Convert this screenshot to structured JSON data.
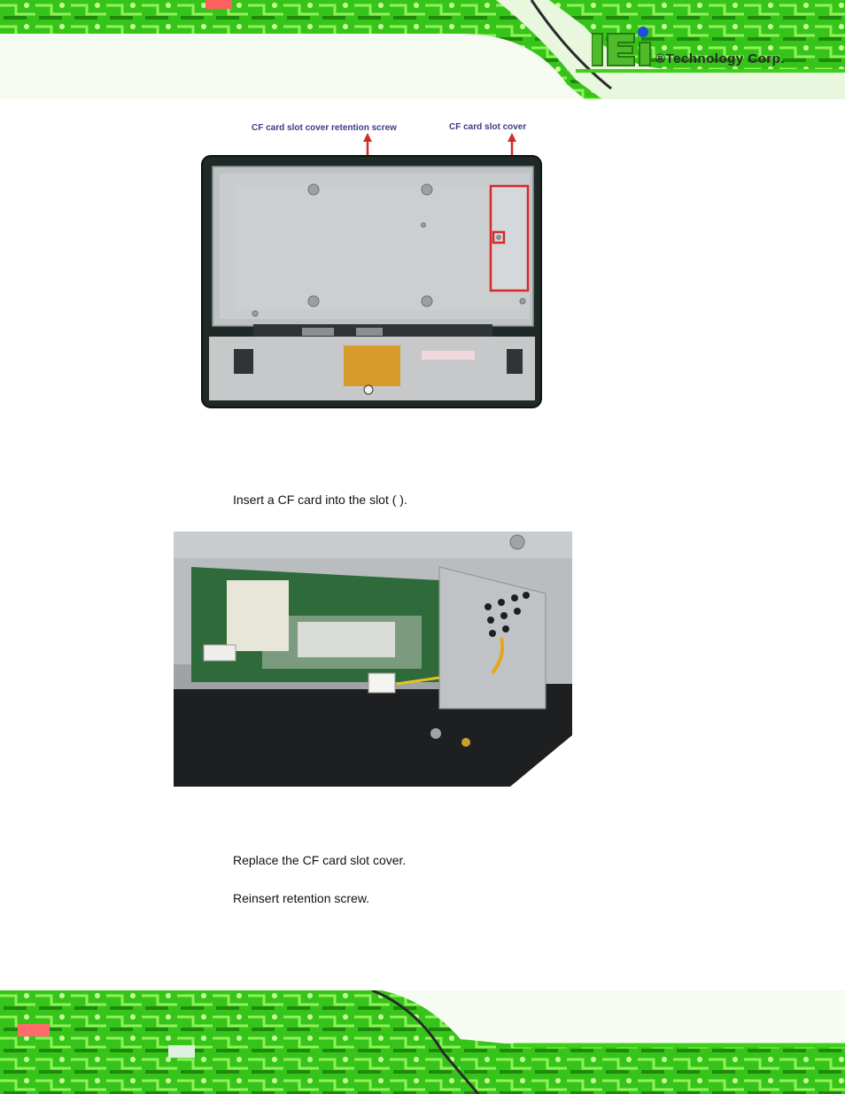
{
  "header": {
    "logo_text": "®Technology Corp."
  },
  "figure1": {
    "callout_screw": "CF card slot cover retention screw",
    "callout_cover": "CF card slot cover"
  },
  "steps": {
    "insert": "Insert a CF card into the slot (               ).",
    "replace": "Replace the CF card slot cover.",
    "reinsert": "Reinsert retention screw."
  },
  "colors": {
    "pcb_green": "#3fcf1a",
    "callout_red": "#d42a2a",
    "callout_text": "#3b3b8a"
  }
}
